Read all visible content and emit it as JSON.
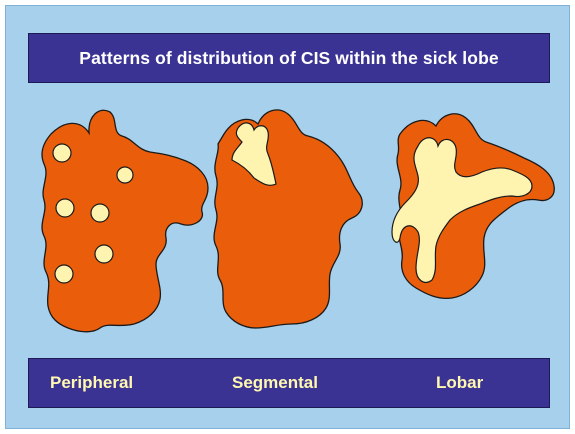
{
  "title": "Patterns of distribution of CIS within the sick lobe",
  "panels": [
    {
      "label": "Peripheral"
    },
    {
      "label": "Segmental"
    },
    {
      "label": "Lobar"
    }
  ],
  "colors": {
    "background": "#a6d0ec",
    "bar": "#3b3394",
    "title_text": "#ffffff",
    "label_text": "#fff8b0",
    "lobe": "#ea5d0a",
    "cis_lesion": "#fff3b0",
    "outline": "#1a1a1a"
  }
}
